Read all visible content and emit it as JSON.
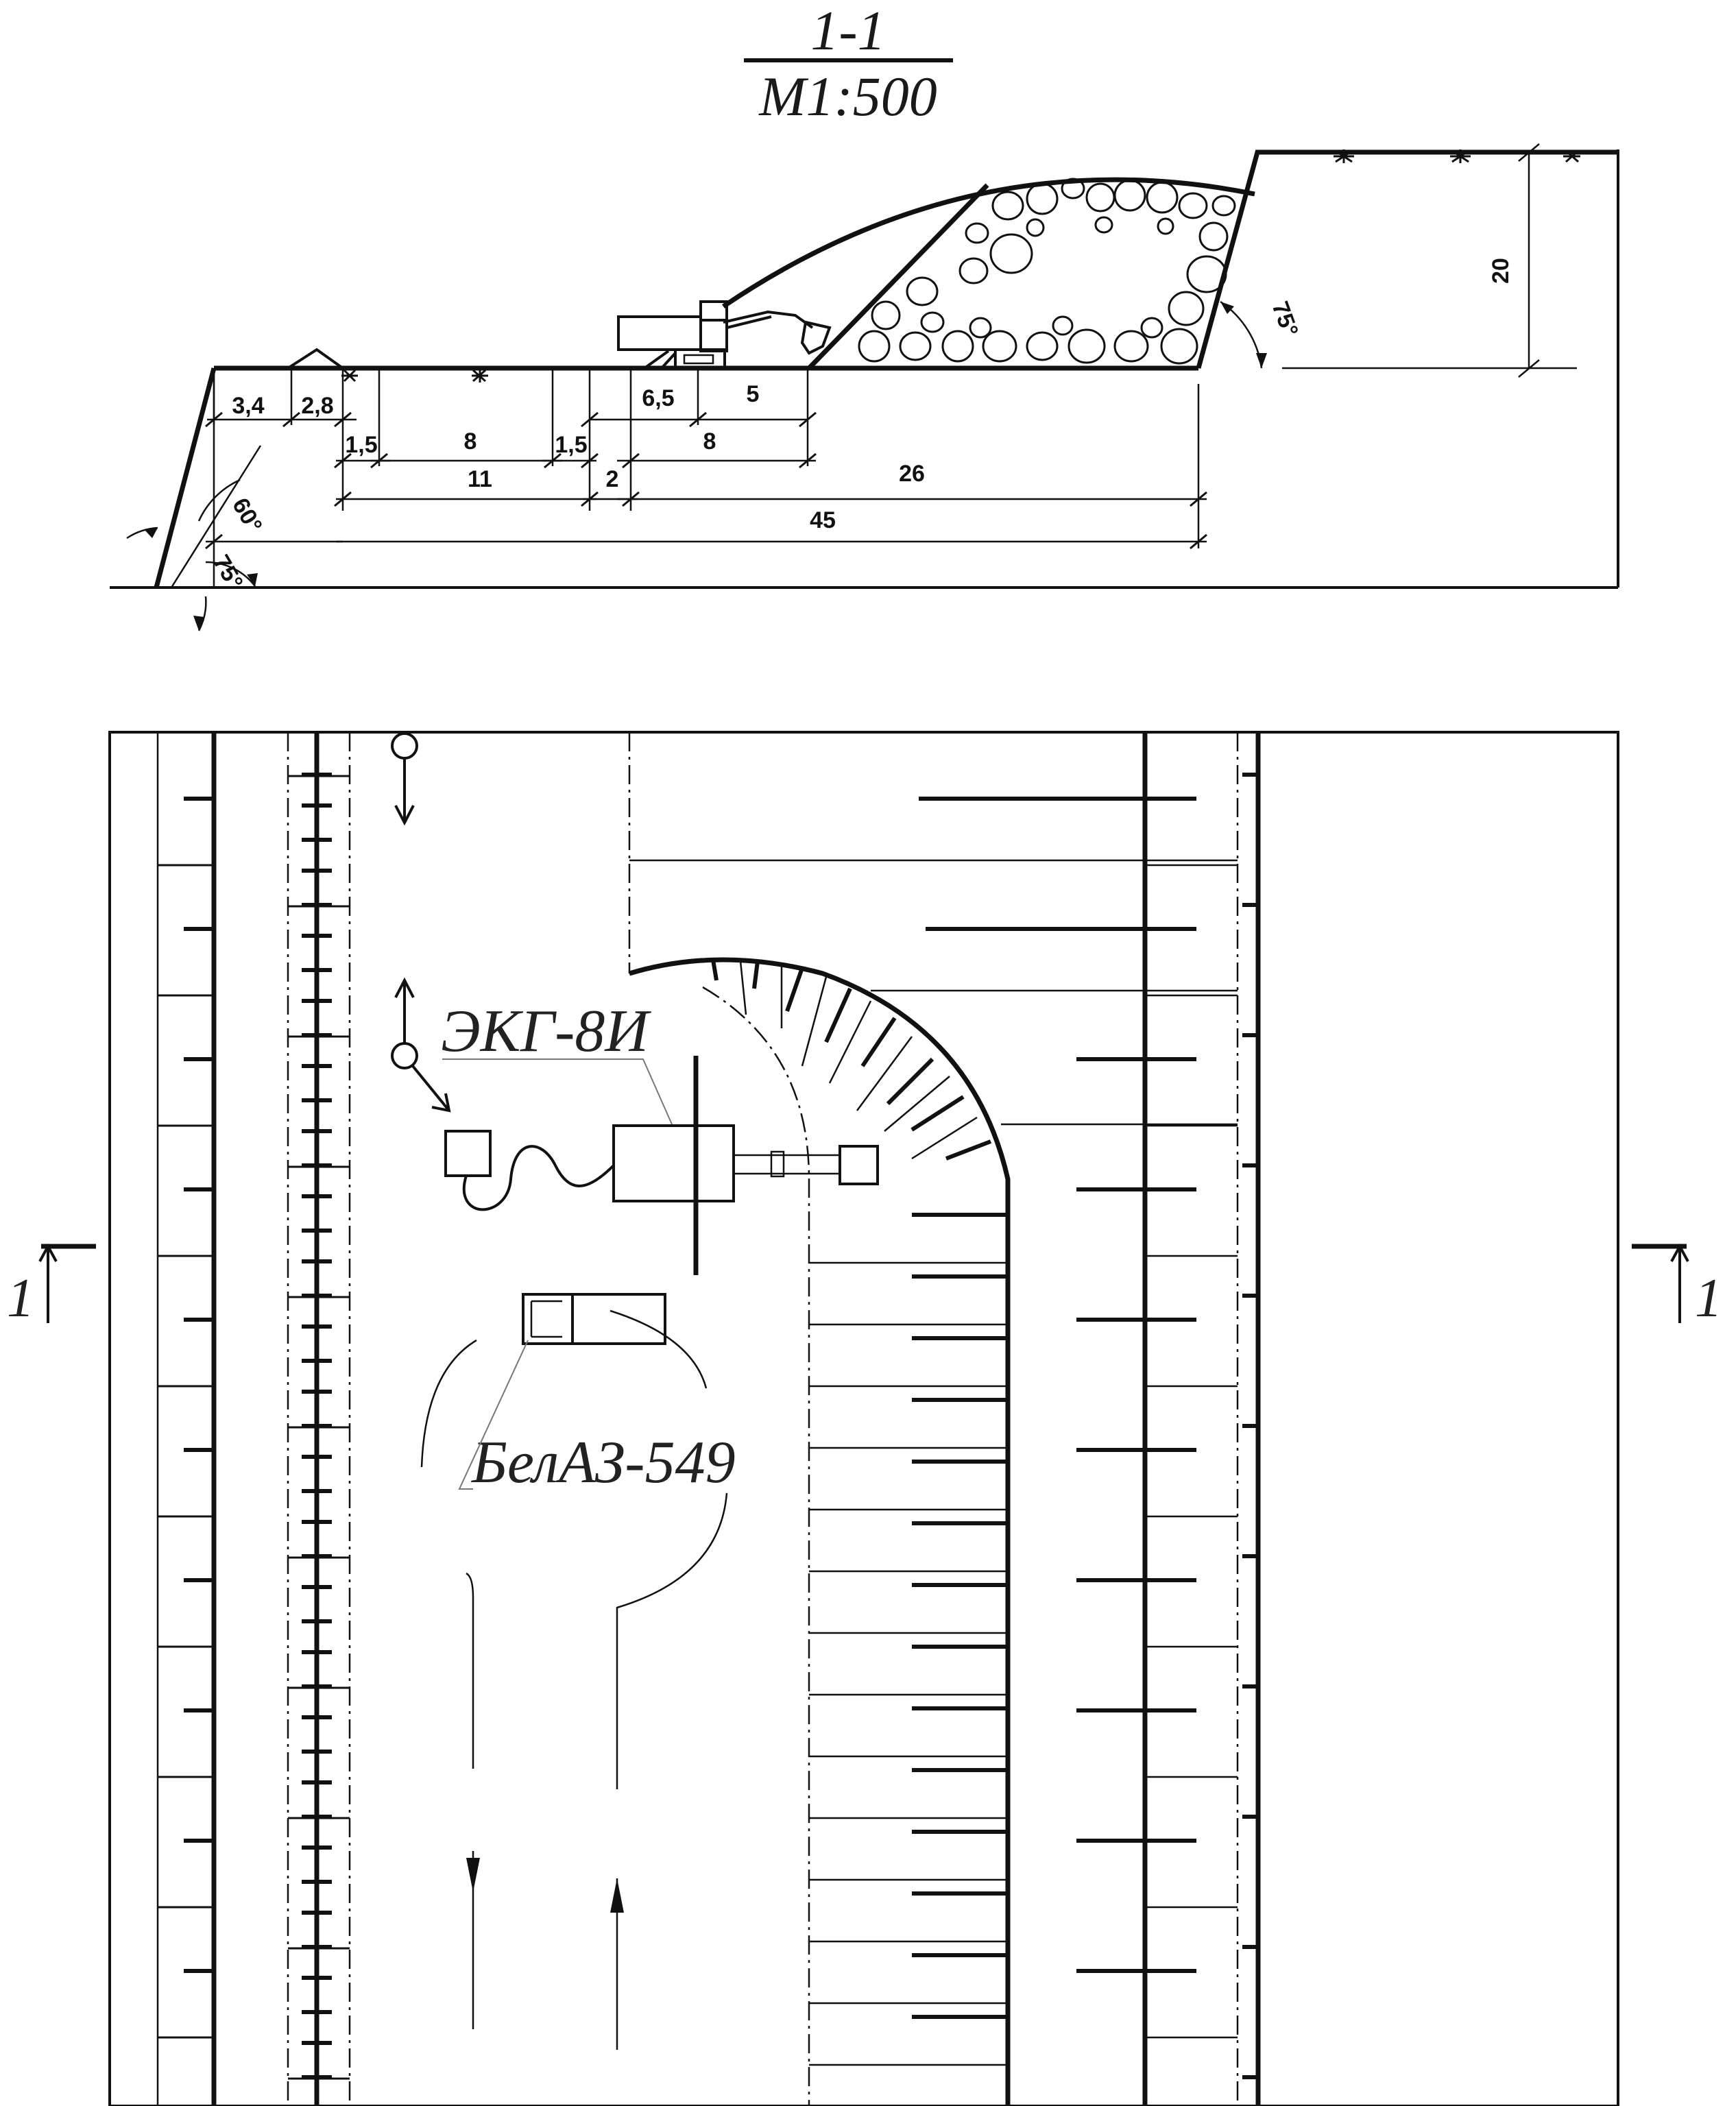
{
  "section": {
    "title": "1-1",
    "scale": "M1:500"
  },
  "dimensions": {
    "d1": "3,4",
    "d2": "2,8",
    "d3": "1,5",
    "d4": "8",
    "d5": "1,5",
    "d6": "6,5",
    "d7": "5",
    "d8": "8",
    "d9": "11",
    "d10": "2",
    "d11": "26",
    "d12": "45",
    "height": "20",
    "angle_right": "75°",
    "angle_left_upper": "60°",
    "angle_left_lower": "75°"
  },
  "equipment": {
    "excavator": "ЭКГ-8И",
    "truck": "БелАЗ-549"
  },
  "cut_marks": {
    "left": "1",
    "right": "1"
  }
}
